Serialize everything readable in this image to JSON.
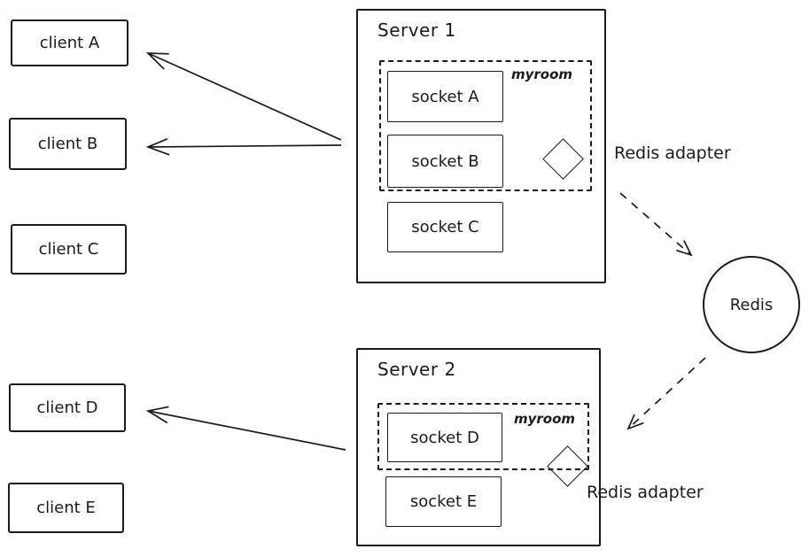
{
  "colors": {
    "stroke": "#1b1b1b",
    "background": "#ffffff"
  },
  "clients": [
    {
      "label": "client A"
    },
    {
      "label": "client B"
    },
    {
      "label": "client C"
    },
    {
      "label": "client D"
    },
    {
      "label": "client E"
    }
  ],
  "servers": [
    {
      "title": "Server 1",
      "room": {
        "label": "myroom",
        "sockets": [
          {
            "label": "socket A"
          },
          {
            "label": "socket B"
          }
        ]
      },
      "sockets_outside": [
        {
          "label": "socket C"
        }
      ],
      "adapter_label": "Redis adapter"
    },
    {
      "title": "Server 2",
      "room": {
        "label": "myroom",
        "sockets": [
          {
            "label": "socket D"
          }
        ]
      },
      "sockets_outside": [
        {
          "label": "socket E"
        }
      ],
      "adapter_label": "Redis adapter"
    }
  ],
  "redis": {
    "label": "Redis"
  }
}
